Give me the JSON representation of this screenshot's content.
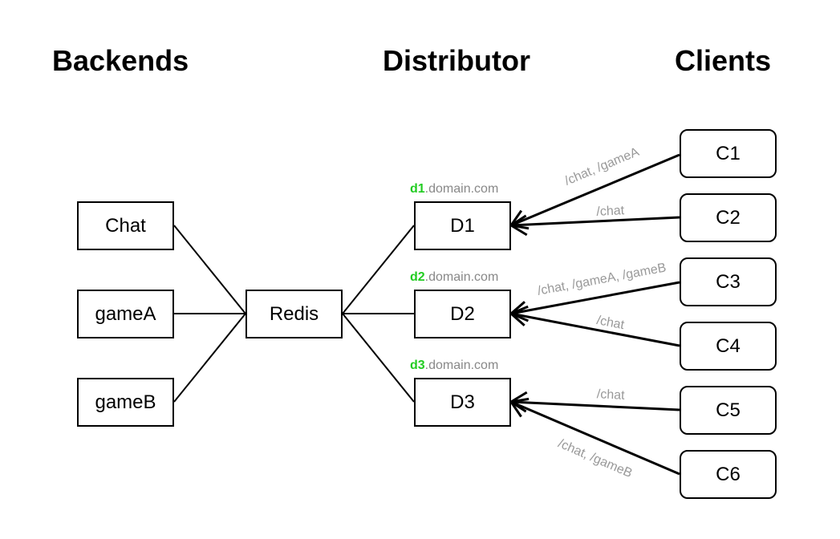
{
  "headings": {
    "backends": "Backends",
    "distributor": "Distributor",
    "clients": "Clients"
  },
  "backends": [
    "Chat",
    "gameA",
    "gameB"
  ],
  "hub": "Redis",
  "distributors": [
    {
      "label": "D1",
      "domain_prefix": "d1",
      "domain_suffix": ".domain.com"
    },
    {
      "label": "D2",
      "domain_prefix": "d2",
      "domain_suffix": ".domain.com"
    },
    {
      "label": "D3",
      "domain_prefix": "d3",
      "domain_suffix": ".domain.com"
    }
  ],
  "clients": [
    "C1",
    "C2",
    "C3",
    "C4",
    "C5",
    "C6"
  ],
  "routes": [
    {
      "from": "C1",
      "to": "D1",
      "label": "/chat, /gameA"
    },
    {
      "from": "C2",
      "to": "D1",
      "label": "/chat"
    },
    {
      "from": "C3",
      "to": "D2",
      "label": "/chat, /gameA, /gameB"
    },
    {
      "from": "C4",
      "to": "D2",
      "label": "/chat"
    },
    {
      "from": "C5",
      "to": "D3",
      "label": "/chat"
    },
    {
      "from": "C6",
      "to": "D3",
      "label": "/chat, /gameB"
    }
  ],
  "colors": {
    "domain_prefix": "#22cc22",
    "domain_suffix": "#888888",
    "route_label": "#999999"
  }
}
